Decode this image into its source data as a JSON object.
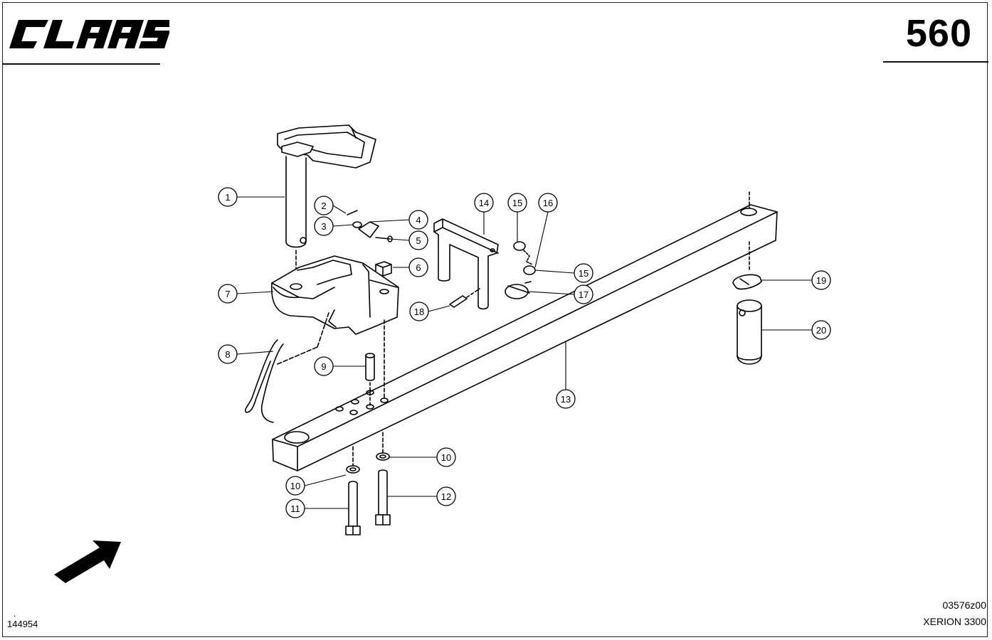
{
  "header": {
    "brand": "CLAAS",
    "page_number": "560"
  },
  "diagram": {
    "callouts": [
      {
        "id": "c1",
        "label": "1"
      },
      {
        "id": "c2",
        "label": "2"
      },
      {
        "id": "c3",
        "label": "3"
      },
      {
        "id": "c4",
        "label": "4"
      },
      {
        "id": "c5",
        "label": "5"
      },
      {
        "id": "c6",
        "label": "6"
      },
      {
        "id": "c7",
        "label": "7"
      },
      {
        "id": "c8",
        "label": "8"
      },
      {
        "id": "c9",
        "label": "9"
      },
      {
        "id": "c10a",
        "label": "10"
      },
      {
        "id": "c10b",
        "label": "10"
      },
      {
        "id": "c11",
        "label": "11"
      },
      {
        "id": "c12",
        "label": "12"
      },
      {
        "id": "c13",
        "label": "13"
      },
      {
        "id": "c14",
        "label": "14"
      },
      {
        "id": "c15a",
        "label": "15"
      },
      {
        "id": "c15b",
        "label": "15"
      },
      {
        "id": "c16",
        "label": "16"
      },
      {
        "id": "c17",
        "label": "17"
      },
      {
        "id": "c18",
        "label": "18"
      },
      {
        "id": "c19",
        "label": "19"
      },
      {
        "id": "c20",
        "label": "20"
      }
    ]
  },
  "footer": {
    "drawing_code": "03576z00",
    "model": "XERION 3300",
    "document_number": "144954",
    "dot": "."
  }
}
